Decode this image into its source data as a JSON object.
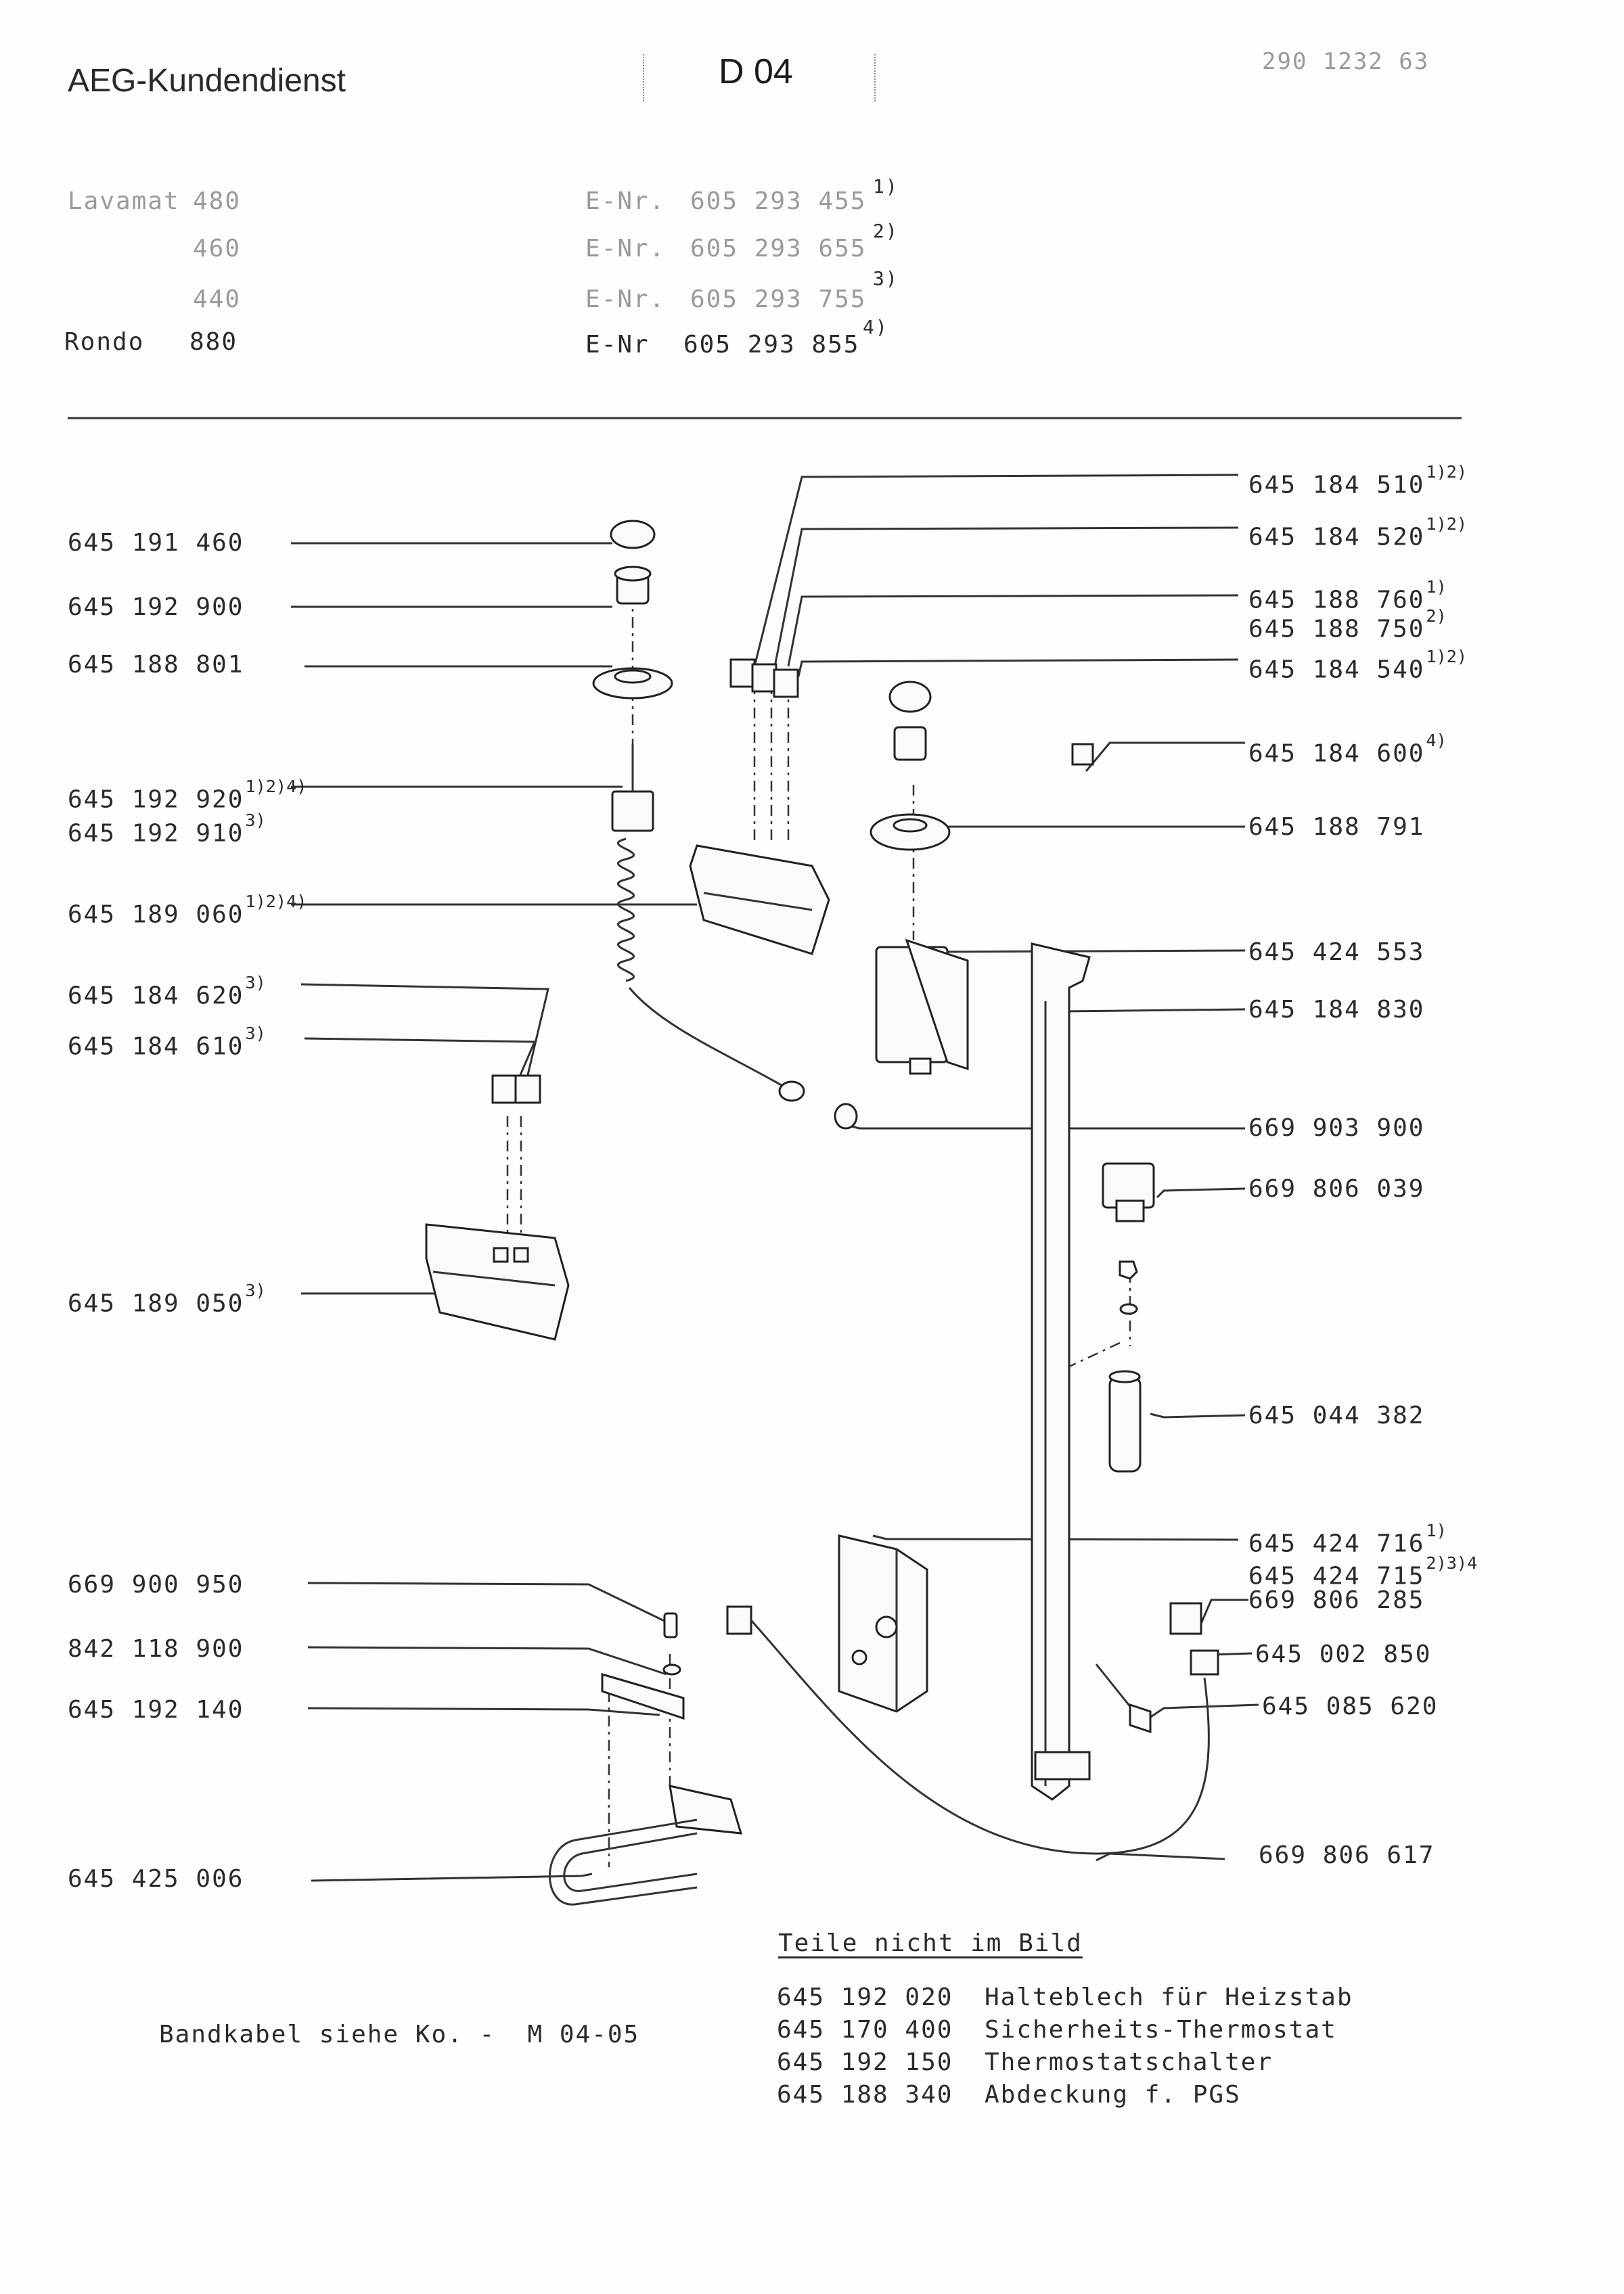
{
  "header": {
    "brand": "AEG-Kundendienst",
    "code": "D 04",
    "doc_number": "290 1232 63"
  },
  "models": [
    {
      "name": "Lavamat",
      "model": "480",
      "enr_label": "E-Nr.",
      "enr": "605 293 455",
      "note": "1)"
    },
    {
      "name": "",
      "model": "460",
      "enr_label": "E-Nr.",
      "enr": "605 293 655",
      "note": "2)"
    },
    {
      "name": "",
      "model": "440",
      "enr_label": "E-Nr.",
      "enr": "605 293 755",
      "note": "3)"
    },
    {
      "name": "Rondo",
      "model": "880",
      "enr_label": "E-Nr",
      "enr": "605 293 855",
      "note": "4)"
    }
  ],
  "left_labels": [
    {
      "part": "645 191 460",
      "note": ""
    },
    {
      "part": "645 192 900",
      "note": ""
    },
    {
      "part": "645 188 801",
      "note": ""
    },
    {
      "part": "645 192 920",
      "note": "1)2)4)"
    },
    {
      "part": "645 192 910",
      "note": "3)"
    },
    {
      "part": "645 189 060",
      "note": "1)2)4)"
    },
    {
      "part": "645 184 620",
      "note": "3)"
    },
    {
      "part": "645 184 610",
      "note": "3)"
    },
    {
      "part": "645 189 050",
      "note": "3)"
    },
    {
      "part": "669 900 950",
      "note": ""
    },
    {
      "part": "842 118 900",
      "note": ""
    },
    {
      "part": "645 192 140",
      "note": ""
    },
    {
      "part": "645 425 006",
      "note": ""
    }
  ],
  "right_labels": [
    {
      "part": "645 184 510",
      "note": "1)2)"
    },
    {
      "part": "645 184 520",
      "note": "1)2)"
    },
    {
      "part": "645 188 760",
      "note": "1)"
    },
    {
      "part": "645 188 750",
      "note": "2)"
    },
    {
      "part": "645 184 540",
      "note": "1)2)"
    },
    {
      "part": "645 184 600",
      "note": "4)"
    },
    {
      "part": "645 188 791",
      "note": ""
    },
    {
      "part": "645 424 553",
      "note": ""
    },
    {
      "part": "645 184 830",
      "note": ""
    },
    {
      "part": "669 903 900",
      "note": ""
    },
    {
      "part": "669 806 039",
      "note": ""
    },
    {
      "part": "645 044 382",
      "note": ""
    },
    {
      "part": "645 424 716",
      "note": "1)"
    },
    {
      "part": "645 424 715",
      "note": "2)3)4"
    },
    {
      "part": "669 806 285",
      "note": ""
    },
    {
      "part": "645 002 850",
      "note": ""
    },
    {
      "part": "645 085 620",
      "note": ""
    },
    {
      "part": "669 806 617",
      "note": ""
    }
  ],
  "not_pictured": {
    "title": "Teile nicht im Bild",
    "items": [
      {
        "part": "645 192 020",
        "desc": "Halteblech für Heizstab"
      },
      {
        "part": "645 170 400",
        "desc": "Sicherheits-Thermostat"
      },
      {
        "part": "645 192 150",
        "desc": "Thermostatschalter"
      },
      {
        "part": "645 188 340",
        "desc": "Abdeckung f. PGS"
      }
    ]
  },
  "footnote": "Bandkabel siehe Ko. -  M 04-05"
}
